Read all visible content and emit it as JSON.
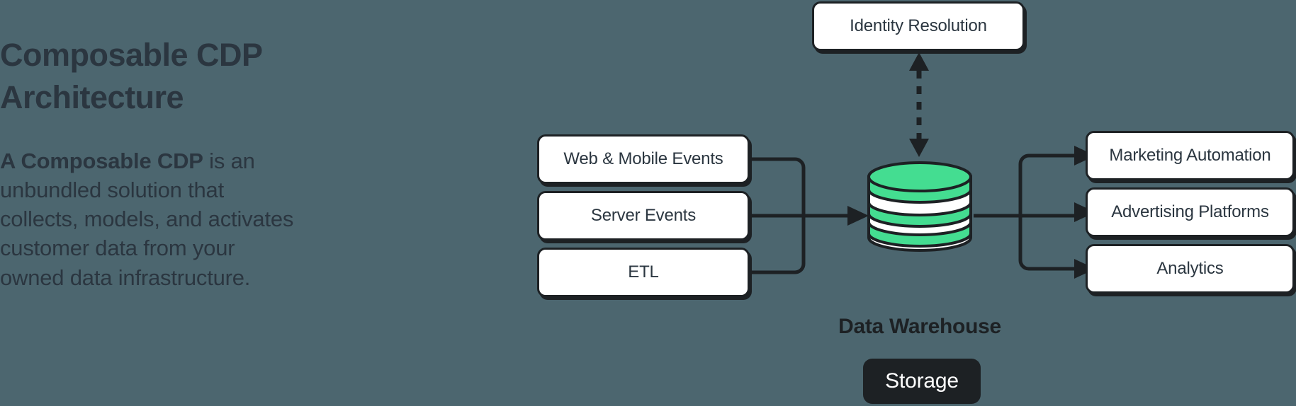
{
  "theme": {
    "background": "#4c666f",
    "ink": "#1d2124",
    "text": "#2b3640",
    "node_fill": "#ffffff",
    "accent_green": "#44dd91",
    "badge_bg": "#1d2124",
    "badge_text": "#ffffff"
  },
  "left": {
    "headline": "Composable CDP\nArchitecture",
    "body_lead": "A Composable CDP",
    "body_rest": " is an unbundled solution that collects, models, and activates customer data from your owned data infrastructure."
  },
  "diagram": {
    "identity": {
      "label": "Identity Resolution"
    },
    "inputs": [
      {
        "label": "Web & Mobile Events"
      },
      {
        "label": "Server Events"
      },
      {
        "label": "ETL"
      }
    ],
    "warehouse": {
      "label": "Data Warehouse",
      "badge": "Storage",
      "icon": "database-cylinder-icon"
    },
    "outputs": [
      {
        "label": "Marketing Automation"
      },
      {
        "label": "Advertising Platforms"
      },
      {
        "label": "Analytics"
      }
    ],
    "connectors": {
      "inputs_to_warehouse": "solid-arrow-right",
      "warehouse_to_outputs": "solid-arrow-right",
      "identity_link": "dashed-double-arrow-vertical"
    }
  }
}
